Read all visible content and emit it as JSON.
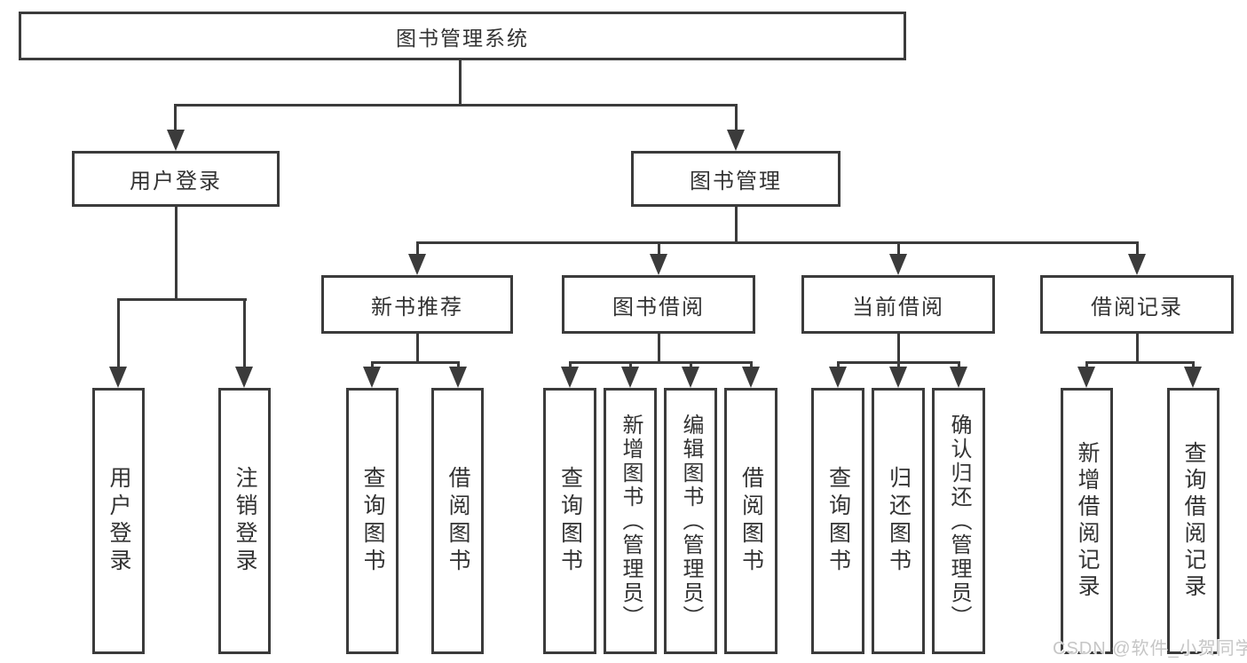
{
  "chart": {
    "root": {
      "label": "图书管理系统"
    },
    "level2": [
      {
        "label": "用户登录"
      },
      {
        "label": "图书管理"
      }
    ],
    "level3": [
      {
        "label": "新书推荐"
      },
      {
        "label": "图书借阅"
      },
      {
        "label": "当前借阅"
      },
      {
        "label": "借阅记录"
      }
    ],
    "leaves": [
      {
        "label": "用户登录"
      },
      {
        "label": "注销登录"
      },
      {
        "label": "查询图书"
      },
      {
        "label": "借阅图书"
      },
      {
        "label": "查询图书"
      },
      {
        "label": "新增图书（管理员）"
      },
      {
        "label": "编辑图书（管理员）"
      },
      {
        "label": "借阅图书"
      },
      {
        "label": "查询图书"
      },
      {
        "label": "归还图书"
      },
      {
        "label": "确认归还（管理员）"
      },
      {
        "label": "新增借阅记录"
      },
      {
        "label": "查询借阅记录"
      }
    ]
  },
  "watermark": {
    "text": "CSDN @软件_小贺同学"
  },
  "colors": {
    "line": "#3b3b3b",
    "text": "#333333",
    "box_bg": "#ffffff",
    "watermark": "#c6c6c6"
  }
}
